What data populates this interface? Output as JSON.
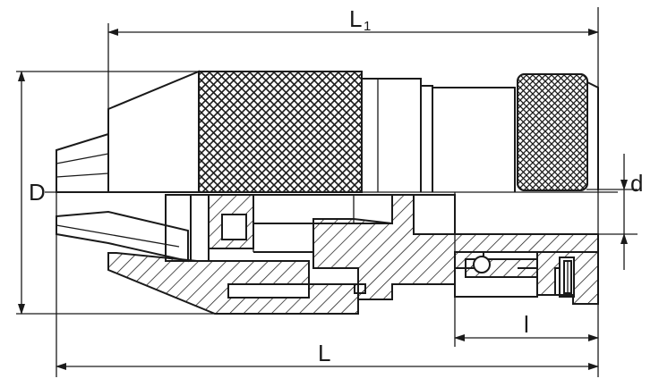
{
  "drawing": {
    "labels": {
      "L1_main": "L",
      "L1_sub": "1",
      "D": "D",
      "d": "d",
      "l": "l",
      "L": "L"
    },
    "colors": {
      "line": "#1a1a1a",
      "background": "#ffffff",
      "hatch": "#1a1a1a"
    },
    "features": [
      "knurled-sleeve",
      "knurled-lock-ring",
      "hatched-section",
      "ball-bearing",
      "collet-jaws",
      "dimension-lines"
    ]
  }
}
